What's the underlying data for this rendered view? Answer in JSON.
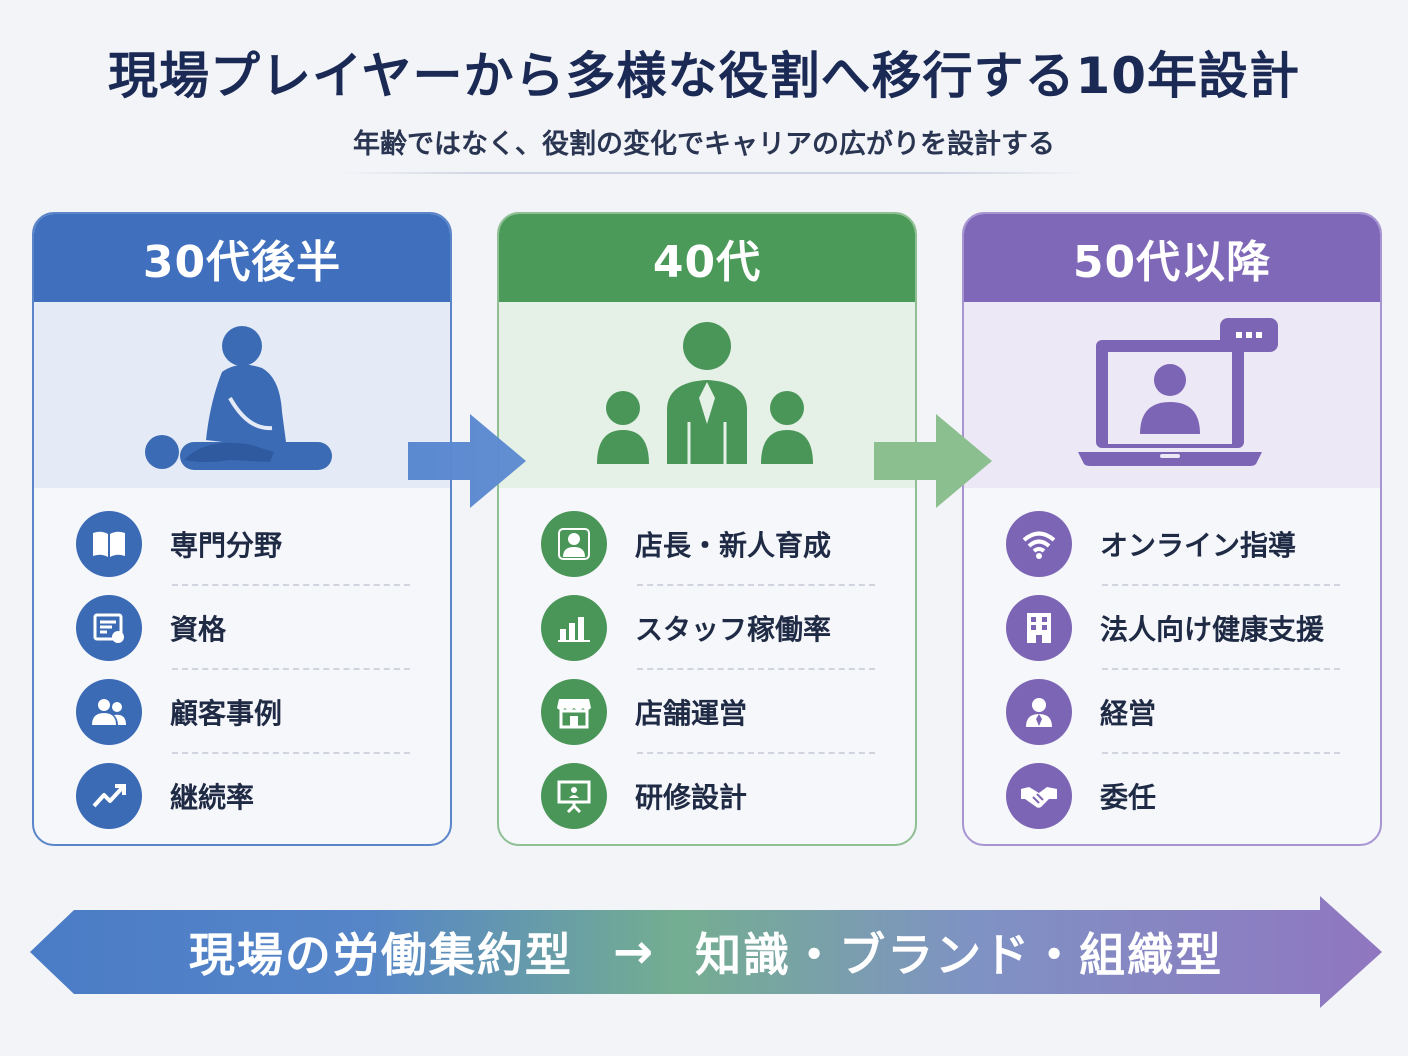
{
  "title": "現場プレイヤーから多様な役割へ移行する10年設計",
  "subtitle": "年齢ではなく、役割の変化でキャリアの広がりを設計する",
  "stages": [
    {
      "header": "30代後半",
      "color": "#3f6fbd",
      "illustration": "caregiver-icon",
      "items": [
        {
          "label": "専門分野",
          "icon": "book-icon"
        },
        {
          "label": "資格",
          "icon": "certificate-icon"
        },
        {
          "label": "顧客事例",
          "icon": "users-icon"
        },
        {
          "label": "継続率",
          "icon": "trend-up-icon"
        }
      ]
    },
    {
      "header": "40代",
      "color": "#4b9a5a",
      "illustration": "team-leader-icon",
      "items": [
        {
          "label": "店長・新人育成",
          "icon": "manager-icon"
        },
        {
          "label": "スタッフ稼働率",
          "icon": "bar-chart-icon"
        },
        {
          "label": "店舗運営",
          "icon": "store-icon"
        },
        {
          "label": "研修設計",
          "icon": "presentation-icon"
        }
      ]
    },
    {
      "header": "50代以降",
      "color": "#7f68b8",
      "illustration": "online-laptop-icon",
      "items": [
        {
          "label": "オンライン指導",
          "icon": "wifi-icon"
        },
        {
          "label": "法人向け健康支援",
          "icon": "building-icon"
        },
        {
          "label": "経営",
          "icon": "executive-icon"
        },
        {
          "label": "委任",
          "icon": "handshake-icon"
        }
      ]
    }
  ],
  "banner": {
    "left": "現場の労働集約型",
    "arrow": "→",
    "right": "知識・ブランド・組織型"
  }
}
